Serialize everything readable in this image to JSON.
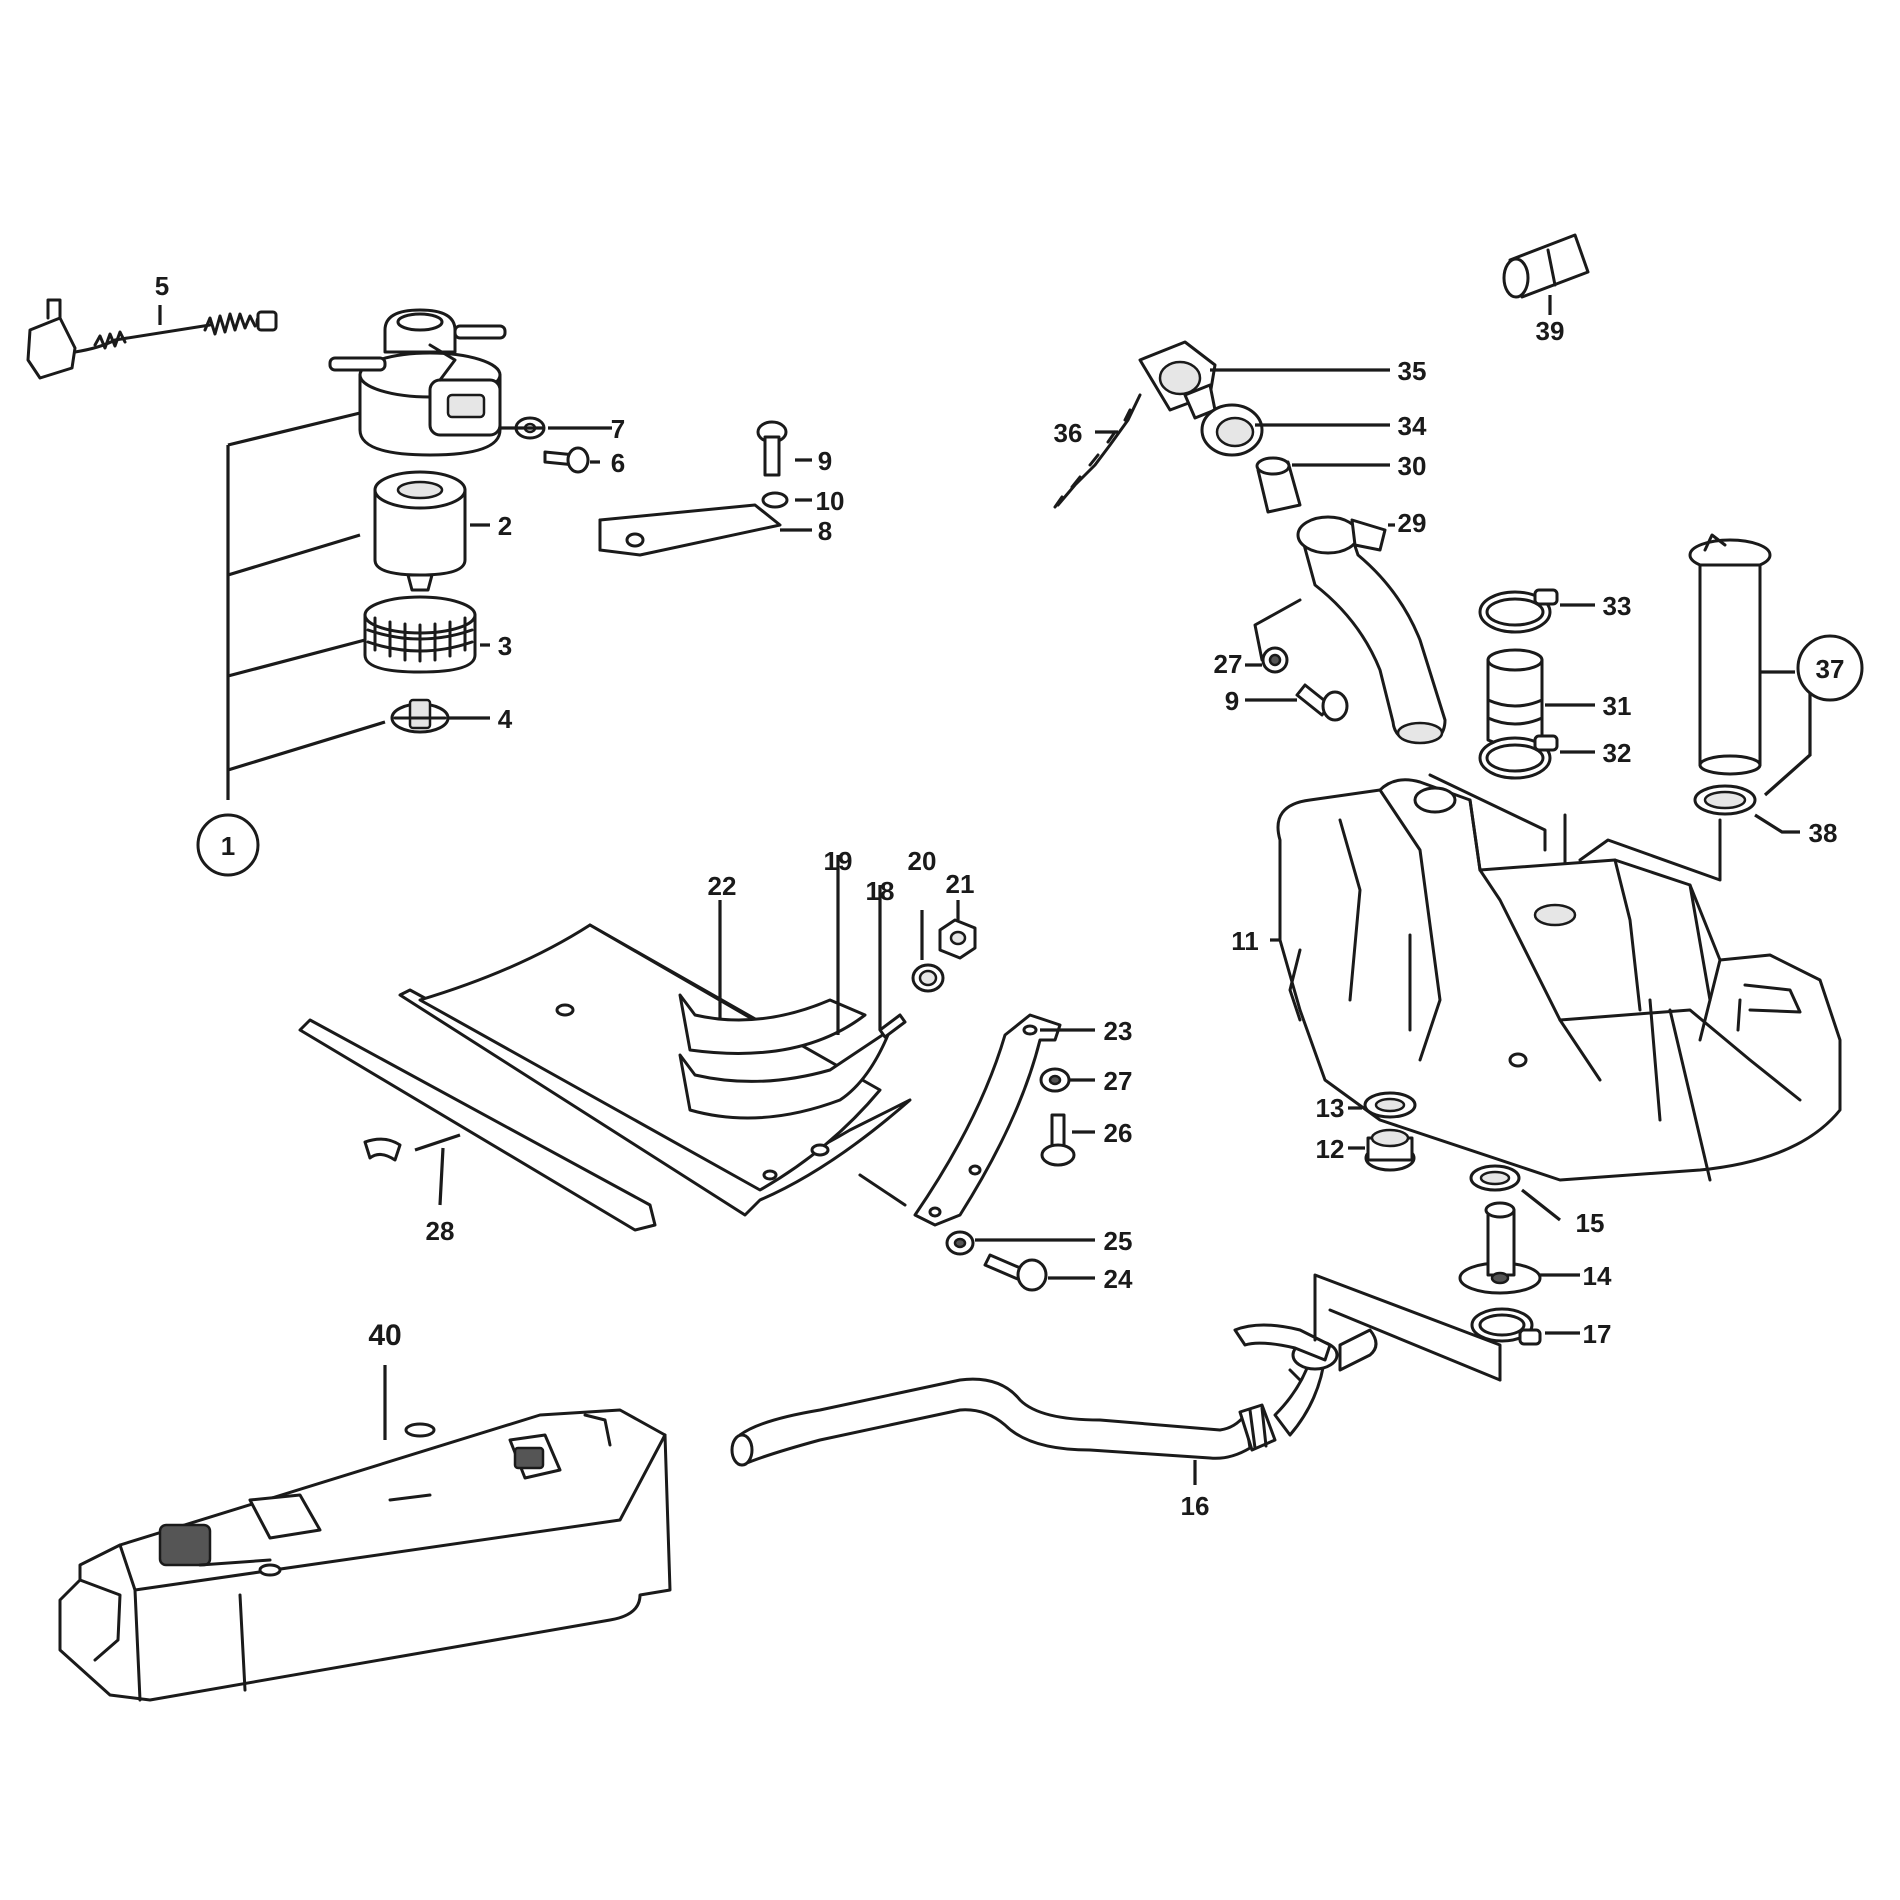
{
  "callouts": {
    "c1": "1",
    "c2": "2",
    "c3": "3",
    "c4": "4",
    "c5": "5",
    "c6": "6",
    "c7": "7",
    "c8": "8",
    "c9a": "9",
    "c9b": "9",
    "c10": "10",
    "c11": "11",
    "c12": "12",
    "c13": "13",
    "c14": "14",
    "c15": "15",
    "c16": "16",
    "c17": "17",
    "c18": "18",
    "c19": "19",
    "c20": "20",
    "c21": "21",
    "c22": "22",
    "c23": "23",
    "c24": "24",
    "c25": "25",
    "c26": "26",
    "c27a": "27",
    "c27b": "27",
    "c28": "28",
    "c29": "29",
    "c30": "30",
    "c31": "31",
    "c32": "32",
    "c33": "33",
    "c34": "34",
    "c35": "35",
    "c36": "36",
    "c37": "37",
    "c38": "38",
    "c39": "39",
    "c40": "40"
  }
}
